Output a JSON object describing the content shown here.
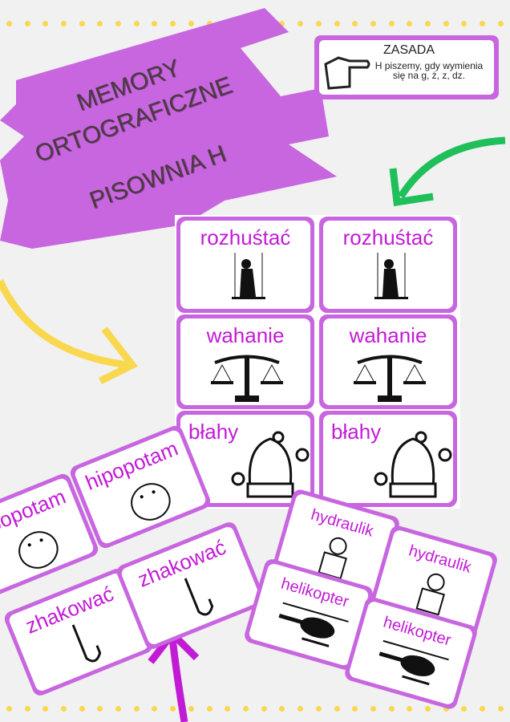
{
  "title": {
    "line1": "MEMORY",
    "line2": "ORTOGRAFICZNE",
    "line3": "PISOWNIA H"
  },
  "rule": {
    "heading": "ZASADA",
    "text": "H piszemy, gdy wymienia się na g, ż, z, dz.",
    "icon": "pointing-hand-icon"
  },
  "cards": {
    "rozhustac": "rozhuśtać",
    "wahanie": "wahanie",
    "blahy": "błahy",
    "hipopotam": "hipopotam",
    "zhakowac": "zhakować",
    "hydraulik": "hydraulik",
    "helikopter": "helikopter"
  },
  "colors": {
    "purple": "#c866e0",
    "word": "#c21bd6",
    "green": "#1fbf5a",
    "yellow": "#f9d84f",
    "magenta": "#c21bd6"
  }
}
